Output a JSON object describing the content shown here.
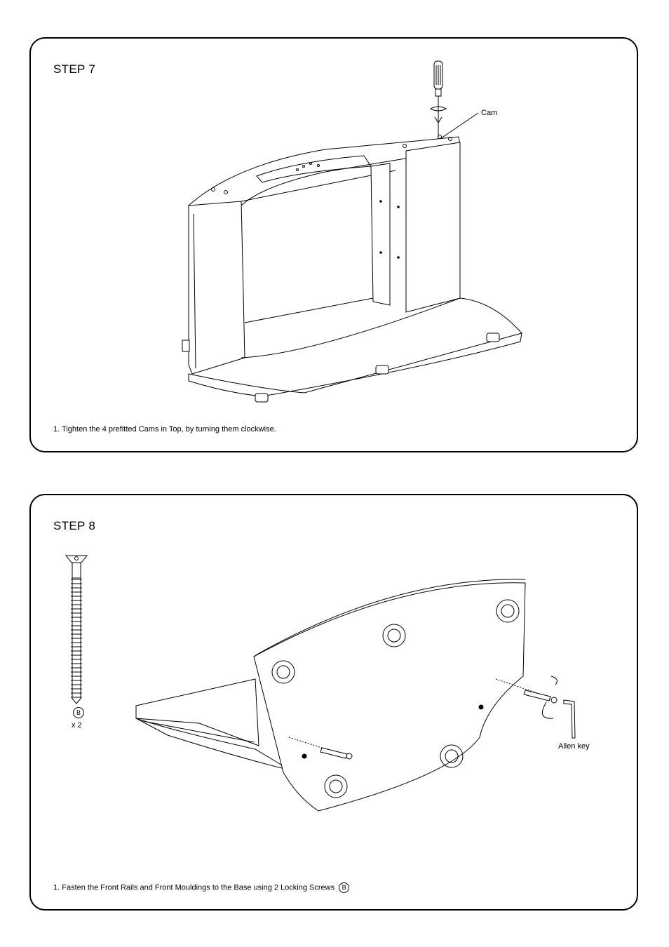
{
  "steps": [
    {
      "title": "STEP 7",
      "instruction": "1. Tighten the 4 prefitted Cams in Top, by turning them clockwise.",
      "callouts": {
        "cam": "Cam"
      }
    },
    {
      "title": "STEP 8",
      "instruction": "1. Fasten the Front Rails and Front Mouldings to the Base using 2 Locking Screws",
      "part_label": "B",
      "quantity": "x 2",
      "callouts": {
        "allen_key": "Allen key"
      }
    }
  ]
}
